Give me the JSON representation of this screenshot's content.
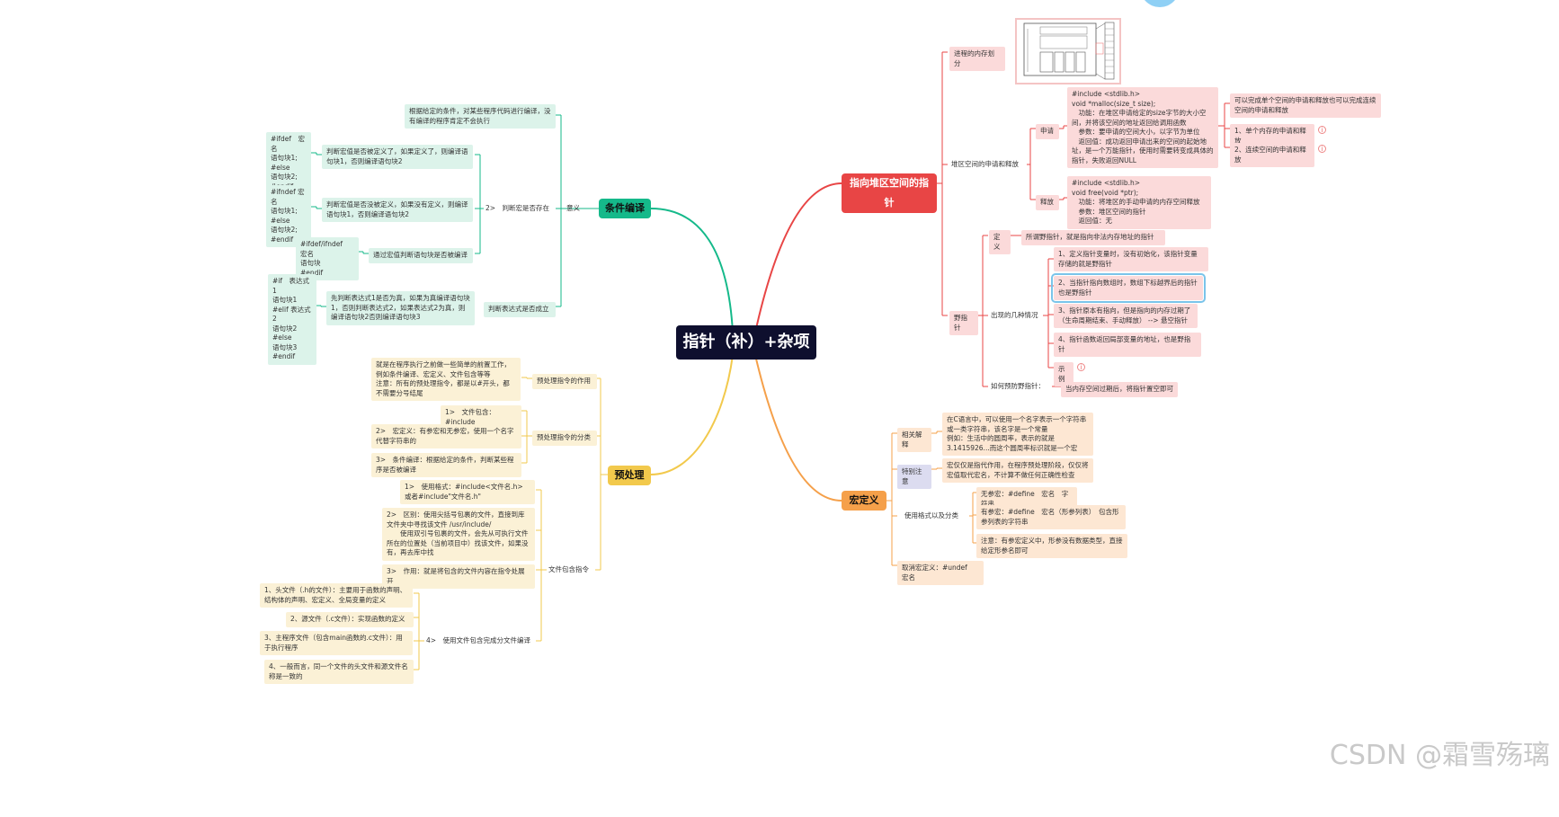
{
  "root": "指针（补）+杂项",
  "watermark": "CSDN @霜雪殇璃",
  "branches": {
    "cond": "条件编译",
    "pre": "预处理",
    "heap": "指向堆区空间的指针",
    "macro": "宏定义"
  },
  "cond": {
    "meaning": "意义",
    "meaning_desc": "根据给定的条件，对某些程序代码进行编译，没有编译的程序肯定不会执行",
    "judge_exist": "2>　判断宏是否存在",
    "ifdef_desc": "判断宏值是否被定义了，如果定义了，则编译语句块1，否则编译语句块2",
    "ifdef_code": "#ifdef　宏名\n语句块1;\n#else\n语句块2;\n#endif",
    "ifndef_desc": "判断宏值是否没被定义，如果没有定义，则编译语句块1，否则编译语句块2",
    "ifndef_code": "#ifndef 宏名\n语句块1;\n#else\n语句块2;\n#endif",
    "via_macro": "通过宏值判断语句块是否被编译",
    "ifdef_only_code": "#ifdef/ifndef　宏名\n语句块\n#endif",
    "judge_expr": "判断表达式是否成立",
    "if_desc": "先判断表达式1是否为真，如果为真编译语句块1，否则判断表达式2，如果表达式2为真，则编译语句块2否则编译语句块3",
    "if_code": "#if　表达式1\n语句块1\n#elif 表达式2\n语句块2\n#else\n语句块3\n#endif"
  },
  "pre": {
    "role_label": "预处理指令的作用",
    "role_desc": "就是在程序执行之前做一些简单的前置工作，例如条件编译、宏定义、文件包含等等\n注意：所有的预处理指令，都是以#开头，都不需要分号结尾",
    "cls_label": "预处理指令的分类",
    "cls1": "1>　文件包含：#include",
    "cls2": "2>　宏定义：有参宏和无参宏，使用一个名字代替字符串的",
    "cls3": "3>　条件编译：根据给定的条件，判断某些程序是否被编译",
    "inc_label": "文件包含指令",
    "inc1": "1>　使用格式：#include<文件名.h>  或者#include\"文件名.h\"",
    "inc2": "2>　区别：使用尖括号包裹的文件，直接到库文件夹中寻找该文件  /usr/include/\n　　使用双引号包裹的文件，会先从可执行文件所在的位置处（当前项目中）找该文件，如果没有，再去库中找",
    "inc3": "3>　作用：就是将包含的文件内容在指令处展开",
    "split_label": "4>　使用文件包含完成分文件编译",
    "split1": "1、头文件（.h的文件）：主要用于函数的声明、结构体的声明、宏定义、全局变量的定义",
    "split2": "2、源文件（.c文件）：实现函数的定义",
    "split3": "3、主程序文件（包含main函数的.c文件）：用于执行程序",
    "split4": "4、一般而言，同一个文件的头文件和源文件名称是一致的"
  },
  "heap": {
    "mem_layout": "进程的内存划分",
    "heap_mgmt": "堆区空间的申请和释放",
    "apply": "申请",
    "apply_desc": "#include <stdlib.h>\nvoid *malloc(size_t size);\n　功能：在堆区申请给定的size字节的大小空间，并将该空间的地址返回给调用函数\n　参数：要申请的空间大小，以字节为单位\n　返回值：成功返回申请出来的空间的起始地址，是一个万能指针，使用时需要转变成具体的指针，失败返回NULL",
    "apply_note": "可以完成单个空间的申请和释放也可以完成连续空间的申请和释放",
    "apply_single": "1、单个内存的申请和释放",
    "apply_cont": "2、连续空间的申请和释放",
    "release": "释放",
    "release_desc": "#include <stdlib.h>\nvoid free(void *ptr);\n　功能：将堆区的手动申请的内存空间释放\n　参数：堆区空间的指针\n　返回值：无",
    "wild": "野指针",
    "def_label": "定义",
    "def_desc": "所谓野指针，就是指向非法内存地址的指针",
    "cases_label": "出现的几种情况",
    "case1": "1、定义指针变量时，没有初始化，该指针变量存储的就是野指针",
    "case2": "2、当指针指向数组时，数组下标越界后的指针也是野指针",
    "case3": "3、指针原本有指向，但是指向的内存过期了（生命周期结束、手动释放） --> 悬空指针",
    "case4": "4、指针函数返回局部变量的地址，也是野指针",
    "example": "示例",
    "prevent_label": "如何预防野指针：",
    "prevent_desc": "当内存空间过期后，将指针置空即可"
  },
  "macro": {
    "explain_label": "相关解释",
    "explain_desc": "在C语言中，可以使用一个名字表示一个字符串或一类字符串，该名字是一个常量\n例如：生活中的圆周率，表示的就是3.1415926...而这个圆周率标识就是一个宏",
    "note_label": "特别注意",
    "note_desc": "宏仅仅是指代作用，在程序预处理阶段，仅仅将宏值取代宏名，不计算不做任何正确性检查",
    "usage_label": "使用格式以及分类",
    "usage1": "无参宏：#define　宏名　字符串",
    "usage2": "有参宏：#define　宏名（形参列表）　包含形参列表的字符串",
    "usage3": "注意：有参宏定义中，形参没有数据类型，直接给定形参名即可",
    "undef": "取消宏定义：#undef　宏名"
  },
  "colors": {
    "green": "#15b98a",
    "yellow": "#f2c94c",
    "red": "#e84545",
    "orange": "#f5a04a",
    "root": "#0e0f2e"
  }
}
